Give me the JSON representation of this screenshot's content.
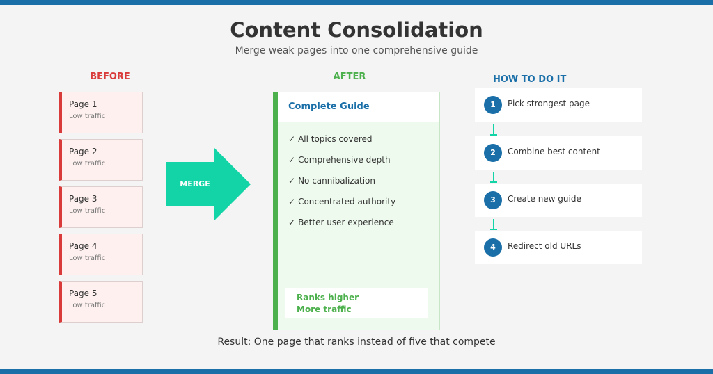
{
  "header": {
    "title": "Content Consolidation",
    "subtitle": "Merge weak pages into one comprehensive guide"
  },
  "before": {
    "heading": "BEFORE",
    "pages": [
      {
        "name": "Page 1",
        "traffic": "Low traffic"
      },
      {
        "name": "Page 2",
        "traffic": "Low traffic"
      },
      {
        "name": "Page 3",
        "traffic": "Low traffic"
      },
      {
        "name": "Page 4",
        "traffic": "Low traffic"
      },
      {
        "name": "Page 5",
        "traffic": "Low traffic"
      }
    ]
  },
  "merge": {
    "label": "MERGE"
  },
  "after": {
    "heading": "AFTER",
    "guide_title": "Complete Guide",
    "benefits": [
      "All topics covered",
      "Comprehensive depth",
      "No cannibalization",
      "Concentrated authority",
      "Better user experience"
    ],
    "check_glyph": "✓",
    "result_lines": [
      "Ranks higher",
      "More traffic"
    ]
  },
  "how_to": {
    "heading": "HOW TO DO IT",
    "steps": [
      {
        "number": "1",
        "label": "Pick strongest page"
      },
      {
        "number": "2",
        "label": "Combine best content"
      },
      {
        "number": "3",
        "label": "Create new guide"
      },
      {
        "number": "4",
        "label": "Redirect old URLs"
      }
    ]
  },
  "footer": {
    "note": "Result: One page that ranks instead of five that compete"
  },
  "colors": {
    "brand_blue": "#1a6fa8",
    "before_red": "#d93a3a",
    "after_green": "#4cb04c",
    "merge_teal": "#12d4a6"
  }
}
